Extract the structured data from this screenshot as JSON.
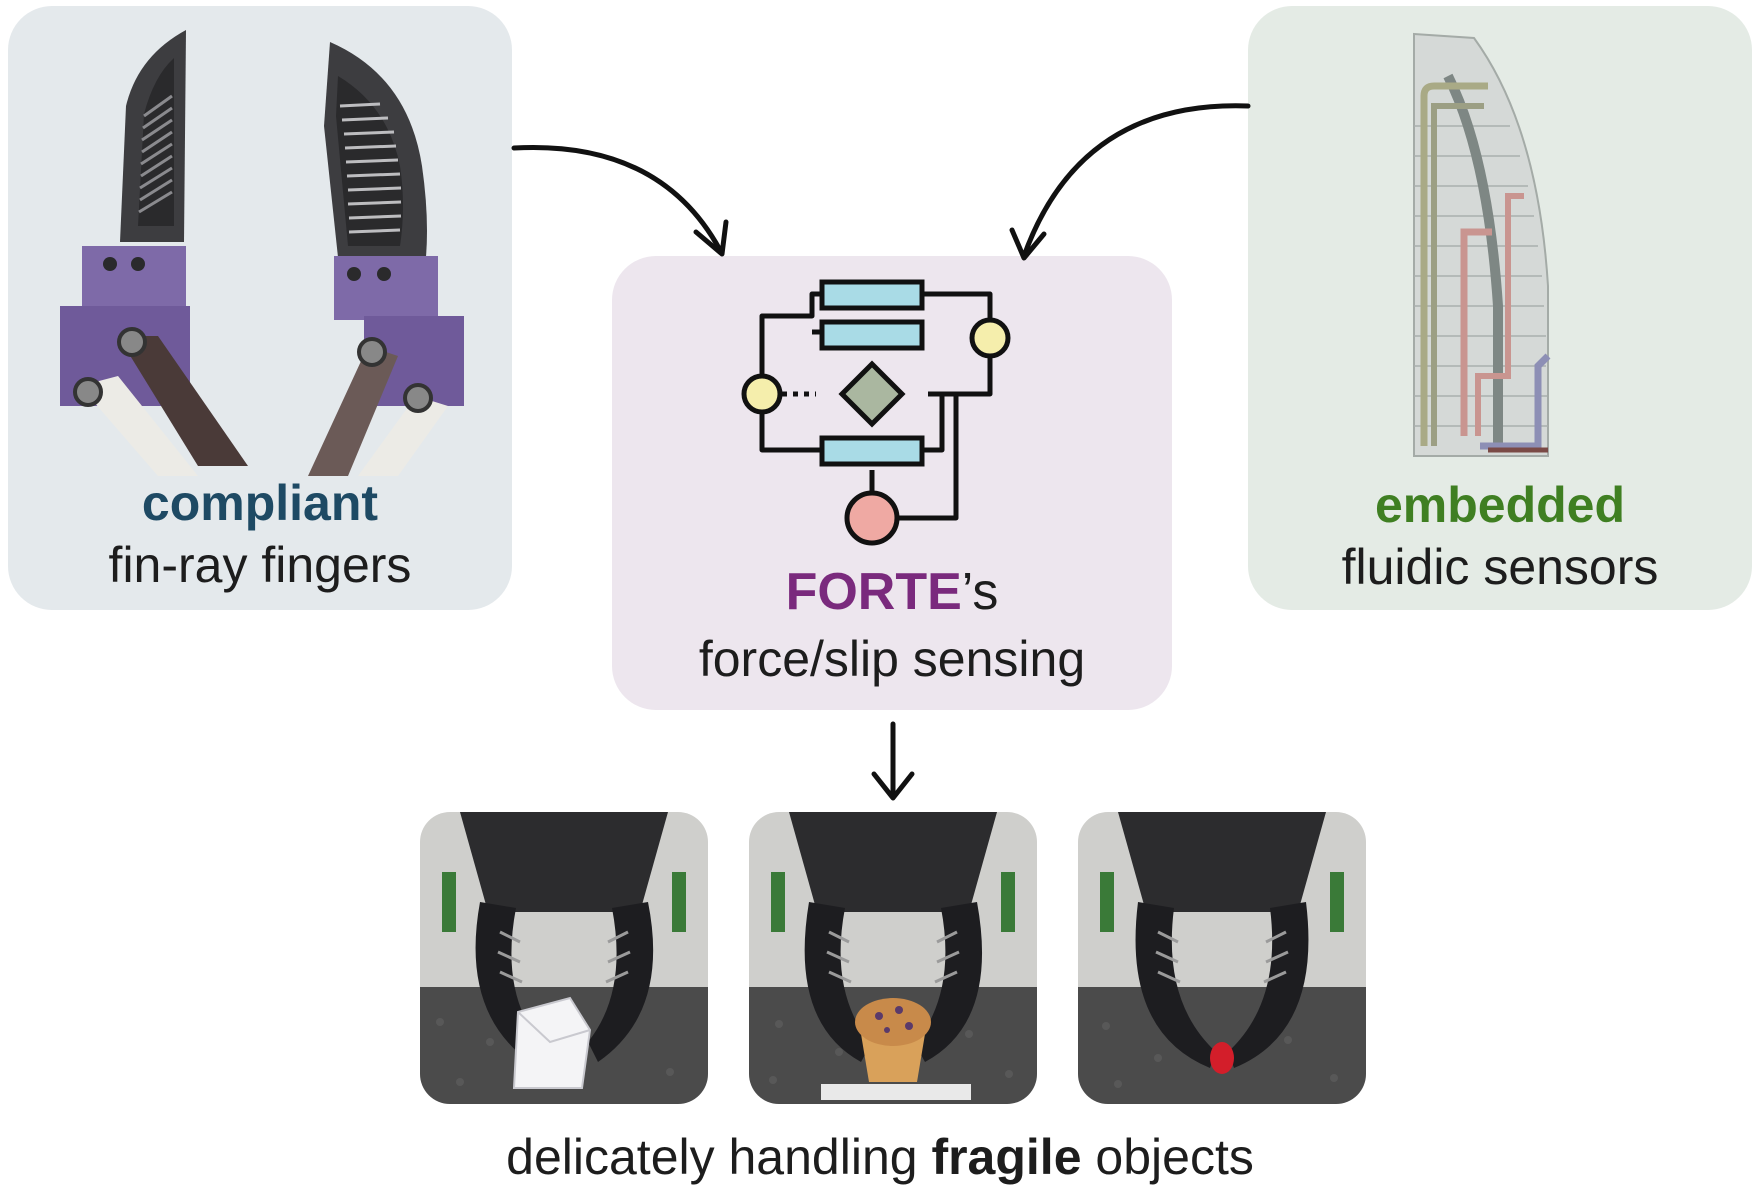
{
  "left_panel": {
    "bold": "compliant",
    "plain": "fin-ray fingers"
  },
  "right_panel": {
    "bold": "embedded",
    "plain": "fluidic sensors"
  },
  "center_panel": {
    "title_bold": "FORTE",
    "title_suffix": "’s",
    "plain": "force/slip sensing"
  },
  "caption": {
    "before": "delicately handling ",
    "bold": "fragile",
    "after": " objects"
  },
  "colors": {
    "compliant": "#1e4a64",
    "embedded": "#3f7f22",
    "forte": "#7a2a7d",
    "left_panel_bg": "#e4e9ec",
    "right_panel_bg": "#e4ebe5",
    "center_panel_bg": "#ede6ee"
  },
  "photos": [
    {
      "object": "origami-paper-box"
    },
    {
      "object": "muffin"
    },
    {
      "object": "raspberry"
    }
  ]
}
